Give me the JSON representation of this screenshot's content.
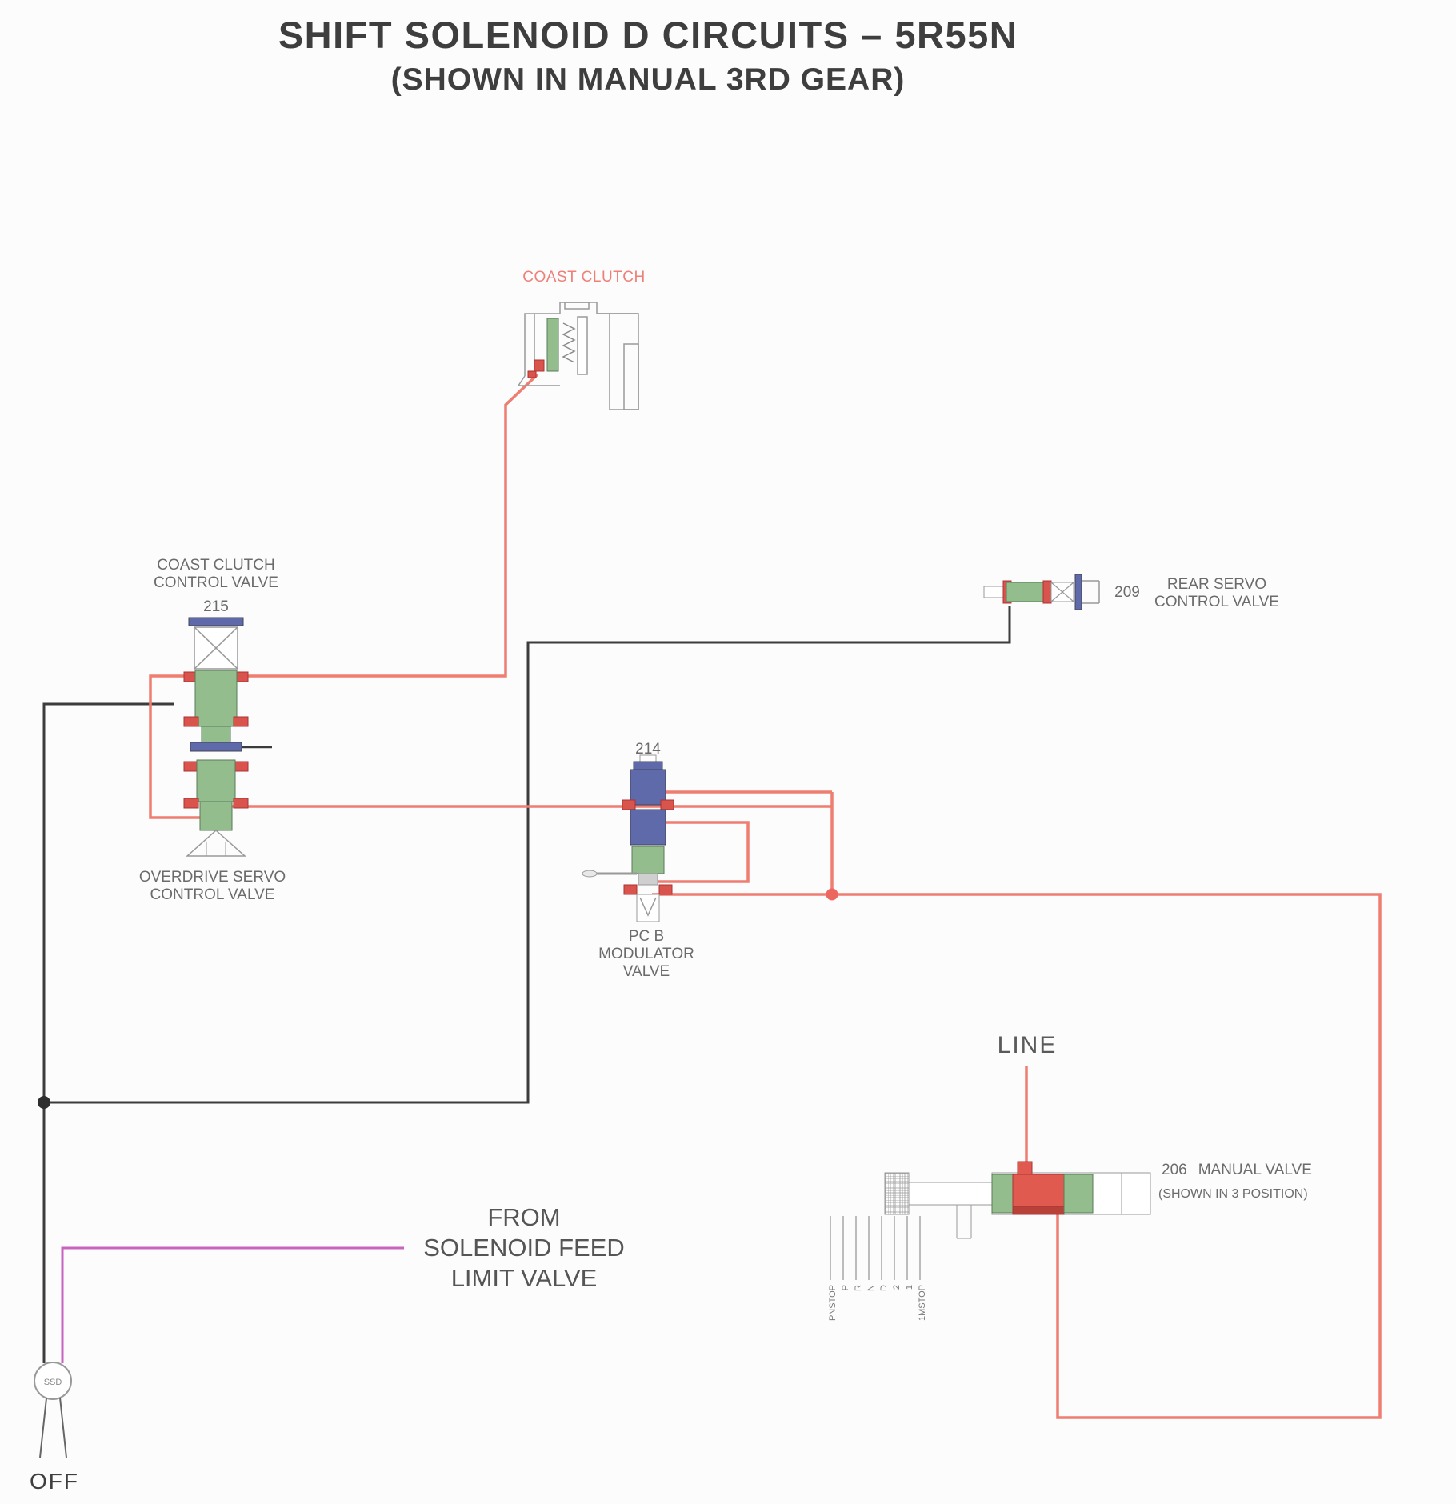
{
  "title": {
    "line1": "SHIFT SOLENOID D CIRCUITS – 5R55N",
    "line2": "(SHOWN IN MANUAL 3RD GEAR)"
  },
  "components": {
    "coast_clutch": {
      "label": "COAST CLUTCH"
    },
    "coast_clutch_control_valve": {
      "number": "215",
      "label_line1": "COAST CLUTCH",
      "label_line2": "CONTROL VALVE"
    },
    "overdrive_servo_control_valve": {
      "label_line1": "OVERDRIVE SERVO",
      "label_line2": "CONTROL VALVE"
    },
    "rear_servo_control_valve": {
      "number": "209",
      "label_line1": "REAR SERVO",
      "label_line2": "CONTROL VALVE"
    },
    "pcb_modulator_valve": {
      "number": "214",
      "label_line1": "PC B",
      "label_line2": "MODULATOR",
      "label_line3": "VALVE"
    },
    "manual_valve": {
      "number": "206",
      "name": "MANUAL VALVE",
      "note": "(SHOWN IN 3 POSITION)",
      "detent_positions": [
        "PNSTOP",
        "P",
        "R",
        "N",
        "D",
        "2",
        "1",
        "1MSTOP"
      ]
    },
    "line_label": "LINE",
    "solenoid_feed_note": {
      "line1": "FROM",
      "line2": "SOLENOID FEED",
      "line3": "LIMIT VALVE"
    },
    "solenoid": {
      "label": "SSD",
      "state": "OFF"
    }
  },
  "colors": {
    "pressure_red": "#ee7d72",
    "exhaust_black": "#3c3c3c",
    "solenoid_magenta": "#c963c1",
    "valve_green": "#94bd8e",
    "seal_red": "#d8544c",
    "valve_blue": "#5f6aaa"
  }
}
